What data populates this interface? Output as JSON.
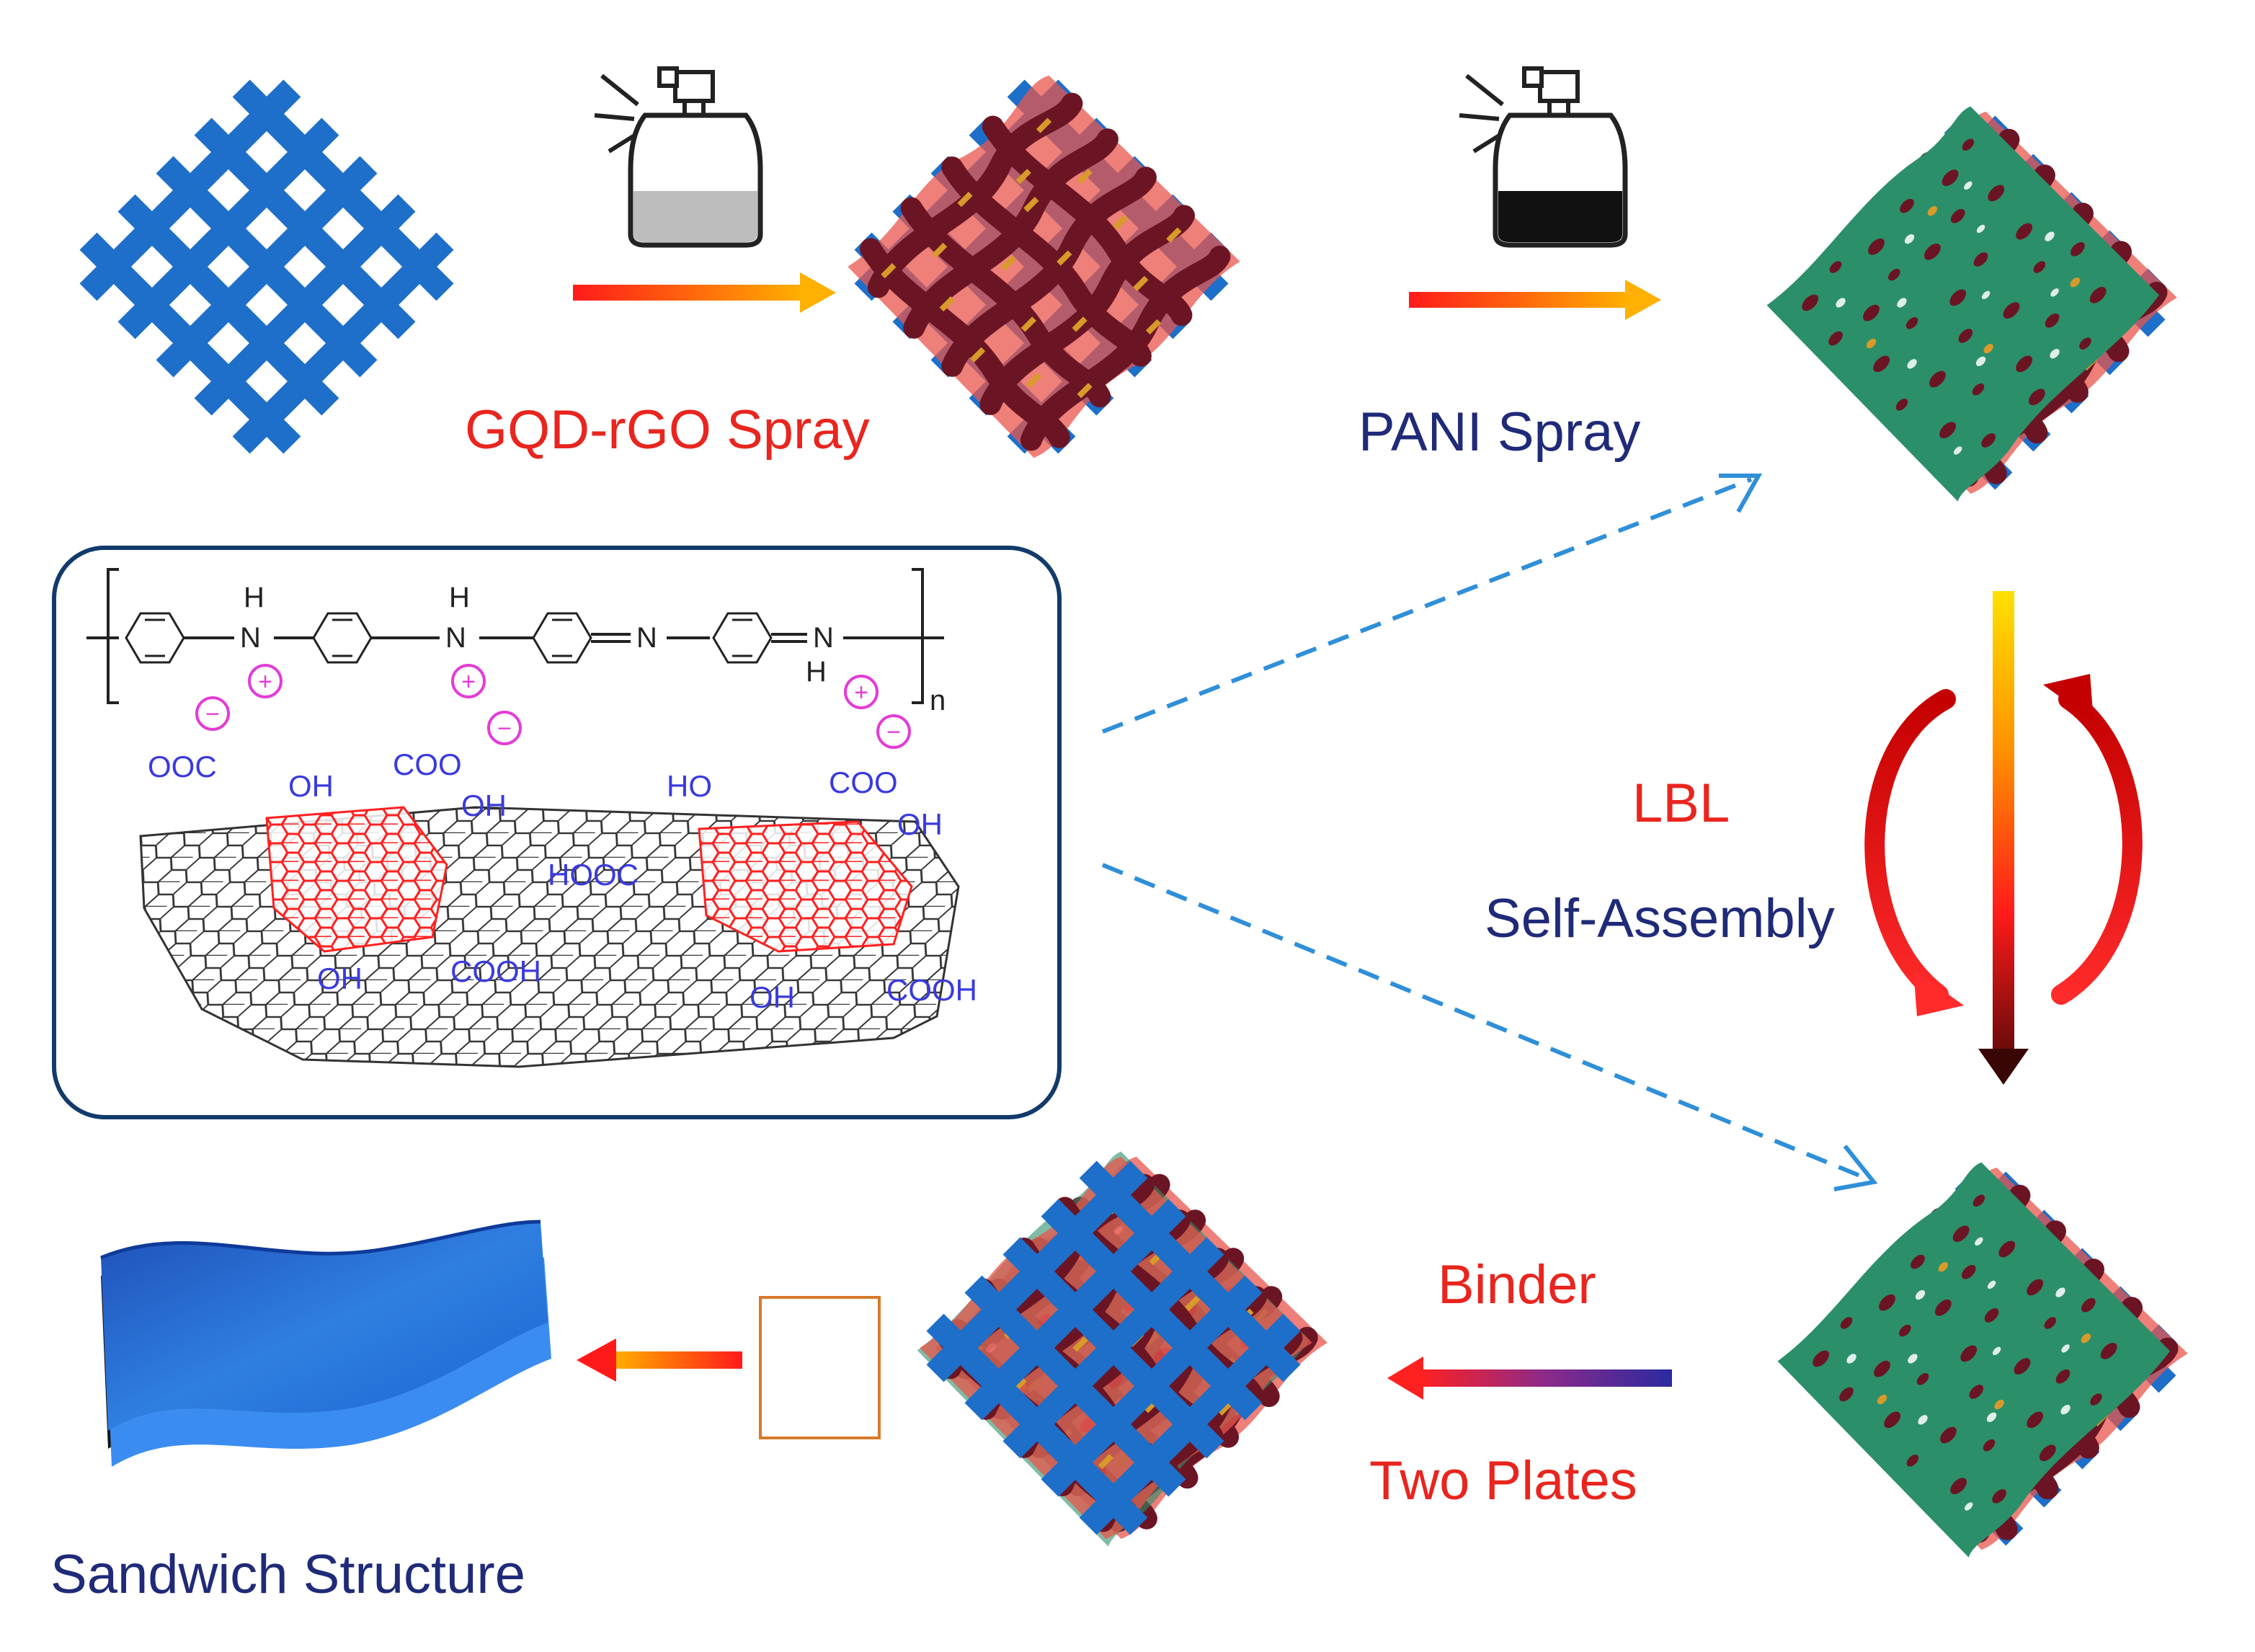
{
  "labels": {
    "gqd_spray": "GQD-rGO Spray",
    "pani_spray": "PANI Spray",
    "lbl": "LBL",
    "self_assembly": "Self-Assembly",
    "binder": "Binder",
    "two_plates": "Two Plates",
    "sandwich": "Sandwich Structure"
  },
  "chem": {
    "h": "H",
    "n": "N",
    "plus": "+",
    "minus": "−",
    "subscript_n": "n",
    "ooc": "OOC",
    "oh": "OH",
    "coo": "COO",
    "ho": "HO",
    "hooc": "HOOC",
    "cooh": "COOH"
  },
  "colors": {
    "mesh_blue": "#1e6fc9",
    "rgo_red": "#d9433a",
    "rgo_dark": "#6b1524",
    "pani_green": "#2b8f6a",
    "label_red": "#e8251e",
    "label_navy": "#1f2a78",
    "box_border": "#123a6b",
    "charge_magenta": "#e33cd6",
    "group_blue": "#3a3adf",
    "dash_blue": "#2f8fd8"
  },
  "icons": [
    "spray-bottle-gray-icon",
    "spray-bottle-black-icon"
  ]
}
